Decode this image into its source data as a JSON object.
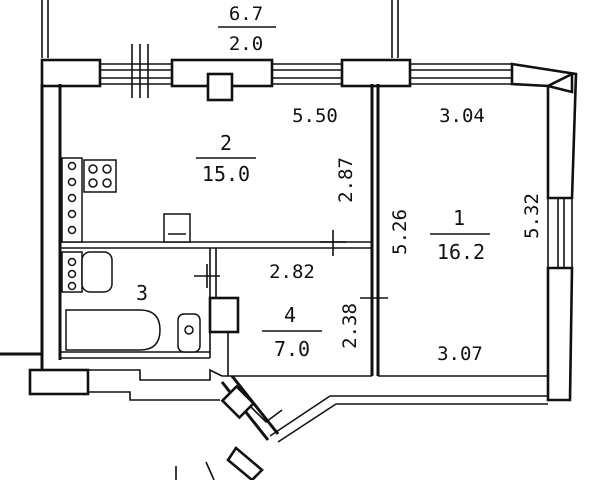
{
  "balcony": {
    "length": "6.7",
    "area": "2.0"
  },
  "rooms": [
    {
      "id": "room-2",
      "number": "2",
      "area": "15.0",
      "dim_width": "5.50",
      "dim_height": "2.87"
    },
    {
      "id": "room-1",
      "number": "1",
      "area": "16.2",
      "dim_top": "3.04",
      "dim_left": "5.26",
      "dim_right": "5.32",
      "dim_bottom": "3.07"
    },
    {
      "id": "room-3",
      "number": "3"
    },
    {
      "id": "room-4",
      "number": "4",
      "area": "7.0",
      "dim_width": "2.82",
      "dim_height": "2.38"
    }
  ],
  "colors": {
    "ink": "#111111",
    "paper": "#ffffff"
  }
}
